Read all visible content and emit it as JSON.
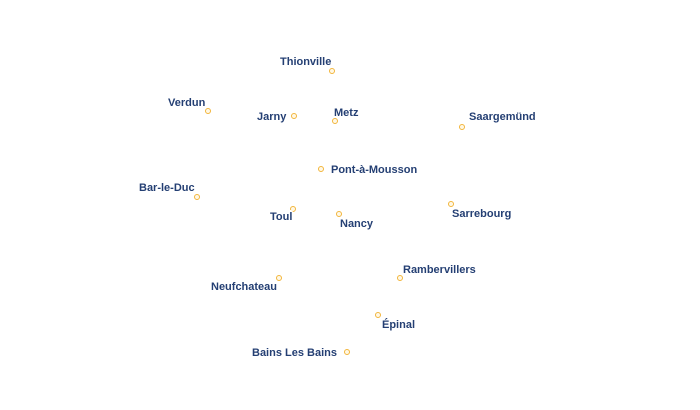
{
  "map": {
    "places": [
      {
        "name": "Thionville",
        "marker_color": "#f2b53b"
      },
      {
        "name": "Verdun",
        "marker_color": "#f2b53b"
      },
      {
        "name": "Jarny",
        "marker_color": "#f2b53b"
      },
      {
        "name": "Metz",
        "marker_color": "#f2b53b"
      },
      {
        "name": "Saargemünd",
        "marker_color": "#f2b53b"
      },
      {
        "name": "Pont-à-Mousson",
        "marker_color": "#f2b53b"
      },
      {
        "name": "Bar-le-Duc",
        "marker_color": "#f2b53b"
      },
      {
        "name": "Toul",
        "marker_color": "#f2b53b"
      },
      {
        "name": "Nancy",
        "marker_color": "#f2b53b"
      },
      {
        "name": "Sarrebourg",
        "marker_color": "#f2b53b"
      },
      {
        "name": "Rambervillers",
        "marker_color": "#f2b53b"
      },
      {
        "name": "Neufchateau",
        "marker_color": "#f2b53b"
      },
      {
        "name": "Épinal",
        "marker_color": "#f2b53b"
      },
      {
        "name": "Bains Les Bains",
        "marker_color": "#f2b53b"
      }
    ],
    "label_color": "#243f73"
  }
}
